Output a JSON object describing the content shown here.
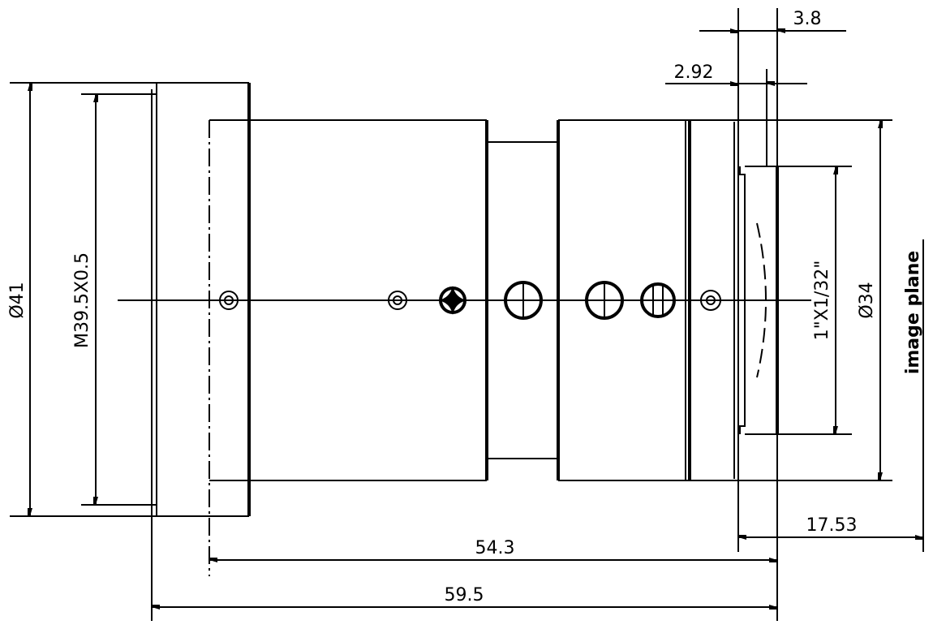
{
  "dimensions": {
    "outer_diameter": "Ø41",
    "thread": "M39.5X0.5",
    "rear_diameter": "Ø34",
    "sensor_thread": "1\"X1/32\"",
    "image_plane": "image plane",
    "d_3_8": "3.8",
    "d_2_92": "2.92",
    "d_17_53": "17.53",
    "d_54_3": "54.3",
    "d_59_5": "59.5"
  }
}
